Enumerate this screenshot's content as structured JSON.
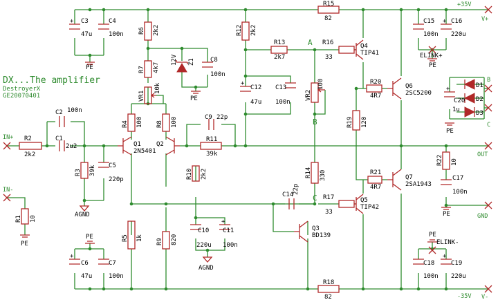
{
  "title": "DX...The amplifier",
  "author": "DestroyerX",
  "revision": "GE20070401",
  "ports": {
    "in_plus": "IN+",
    "in_minus": "IN-",
    "v_plus": "V+",
    "v_minus": "V-",
    "out": "OUT",
    "gnd": "GND",
    "b": "B",
    "c": "C"
  },
  "rails": {
    "pos": "+35V",
    "neg": "-35V"
  },
  "nets": {
    "a": "A",
    "b": "B",
    "c": "C"
  },
  "grounds": {
    "pe": "PE",
    "agnd": "AGND",
    "elink_pos": "ELINK+",
    "elink_neg": "ELINK-"
  },
  "components": {
    "c3": {
      "name": "C3",
      "value": "47u"
    },
    "c4": {
      "name": "C4",
      "value": "100n"
    },
    "r6": {
      "name": "R6",
      "value": "2k2"
    },
    "r7": {
      "name": "R7",
      "value": "4k7"
    },
    "z1": {
      "name": "Z1",
      "value": "12V"
    },
    "c8": {
      "name": "C8",
      "value": "100n"
    },
    "vr1": {
      "name": "VR1",
      "value": "10k"
    },
    "r12": {
      "name": "R12",
      "value": "2k2"
    },
    "r13": {
      "name": "R13",
      "value": "2k7"
    },
    "c12": {
      "name": "C12",
      "value": "47u"
    },
    "c13": {
      "name": "C13",
      "value": "100n"
    },
    "vr2": {
      "name": "VR2",
      "value": "100"
    },
    "r15": {
      "name": "R15",
      "value": "82"
    },
    "r16": {
      "name": "R16",
      "value": "33"
    },
    "q4": {
      "name": "Q4",
      "value": "TIP41"
    },
    "r20": {
      "name": "R20",
      "value": "4R7"
    },
    "q6": {
      "name": "Q6",
      "value": "2SC5200"
    },
    "c15": {
      "name": "C15",
      "value": "100n"
    },
    "c16": {
      "name": "C16",
      "value": "220u"
    },
    "c20": {
      "name": "C20",
      "value": "1u"
    },
    "d1": {
      "name": "D1"
    },
    "d2": {
      "name": "D2"
    },
    "d3": {
      "name": "D3"
    },
    "c2": {
      "name": "C2",
      "value": "100n"
    },
    "c1": {
      "name": "C1",
      "value": "2u2"
    },
    "r2": {
      "name": "R2",
      "value": "2k2"
    },
    "r3": {
      "name": "R3",
      "value": "39k"
    },
    "c5": {
      "name": "C5",
      "value": "220p"
    },
    "r4": {
      "name": "R4",
      "value": "100"
    },
    "q1": {
      "name": "Q1",
      "value": "2N5401"
    },
    "r8": {
      "name": "R8",
      "value": "100"
    },
    "q2": {
      "name": "Q2"
    },
    "c9": {
      "name": "C9",
      "value": "22p"
    },
    "r11": {
      "name": "R11",
      "value": "39k"
    },
    "r19": {
      "name": "R19",
      "value": "120"
    },
    "r22": {
      "name": "R22",
      "value": "10"
    },
    "c17": {
      "name": "C17",
      "value": "100n"
    },
    "r10": {
      "name": "R10",
      "value": "2k2"
    },
    "r14": {
      "name": "R14",
      "value": "330"
    },
    "r21": {
      "name": "R21",
      "value": "4R7"
    },
    "q7": {
      "name": "Q7",
      "value": "2SA1943"
    },
    "r1": {
      "name": "R1",
      "value": "10"
    },
    "c14": {
      "name": "C14",
      "value": "22p"
    },
    "r17": {
      "name": "R17",
      "value": "33"
    },
    "q5": {
      "name": "Q5",
      "value": "TIP42"
    },
    "q3": {
      "name": "Q3",
      "value": "BD139"
    },
    "c10": {
      "name": "C10",
      "value": "220u"
    },
    "c11": {
      "name": "C11",
      "value": "100n"
    },
    "r5": {
      "name": "R5",
      "value": "1k"
    },
    "r9": {
      "name": "R9",
      "value": "820"
    },
    "c6": {
      "name": "C6",
      "value": "47u"
    },
    "c7": {
      "name": "C7",
      "value": "100n"
    },
    "r18": {
      "name": "R18",
      "value": "82"
    },
    "c18": {
      "name": "C18",
      "value": "100n"
    },
    "c19": {
      "name": "C19",
      "value": "220u"
    }
  }
}
